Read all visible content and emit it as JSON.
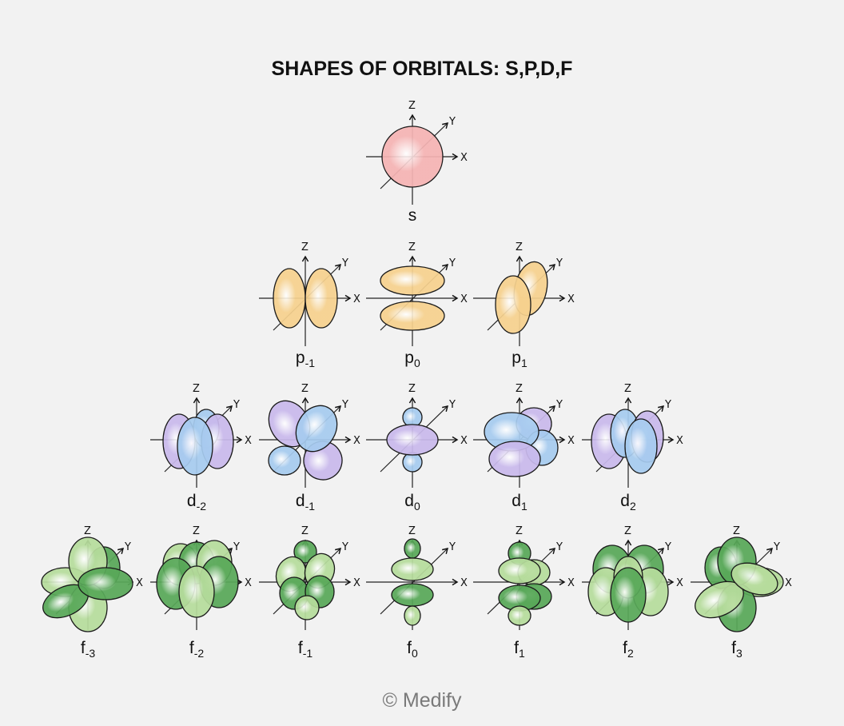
{
  "title": "SHAPES OF ORBITALS: S,P,D,F",
  "credit": "© Medify",
  "axis_labels": {
    "x": "X",
    "y": "Y",
    "z": "Z"
  },
  "colors": {
    "s": "#f5b3b3",
    "p": "#f6d18e",
    "d_blue": "#a6cbef",
    "d_purple": "#c9b9ec",
    "f_light": "#b6dc9c",
    "f_dark": "#58a858",
    "outline": "#1a1a1a",
    "background": "#f2f2f2"
  },
  "rows": [
    {
      "name": "s",
      "orbitals": [
        {
          "id": "s",
          "base": "s",
          "sub": ""
        }
      ]
    },
    {
      "name": "p",
      "orbitals": [
        {
          "id": "p-1",
          "base": "p",
          "sub": "-1"
        },
        {
          "id": "p0",
          "base": "p",
          "sub": "0"
        },
        {
          "id": "p1",
          "base": "p",
          "sub": "1"
        }
      ]
    },
    {
      "name": "d",
      "orbitals": [
        {
          "id": "d-2",
          "base": "d",
          "sub": "-2"
        },
        {
          "id": "d-1",
          "base": "d",
          "sub": "-1"
        },
        {
          "id": "d0",
          "base": "d",
          "sub": "0"
        },
        {
          "id": "d1",
          "base": "d",
          "sub": "1"
        },
        {
          "id": "d2",
          "base": "d",
          "sub": "2"
        }
      ]
    },
    {
      "name": "f",
      "orbitals": [
        {
          "id": "f-3",
          "base": "f",
          "sub": "-3"
        },
        {
          "id": "f-2",
          "base": "f",
          "sub": "-2"
        },
        {
          "id": "f-1",
          "base": "f",
          "sub": "-1"
        },
        {
          "id": "f0",
          "base": "f",
          "sub": "0"
        },
        {
          "id": "f1",
          "base": "f",
          "sub": "1"
        },
        {
          "id": "f2",
          "base": "f",
          "sub": "2"
        },
        {
          "id": "f3",
          "base": "f",
          "sub": "3"
        }
      ]
    }
  ]
}
